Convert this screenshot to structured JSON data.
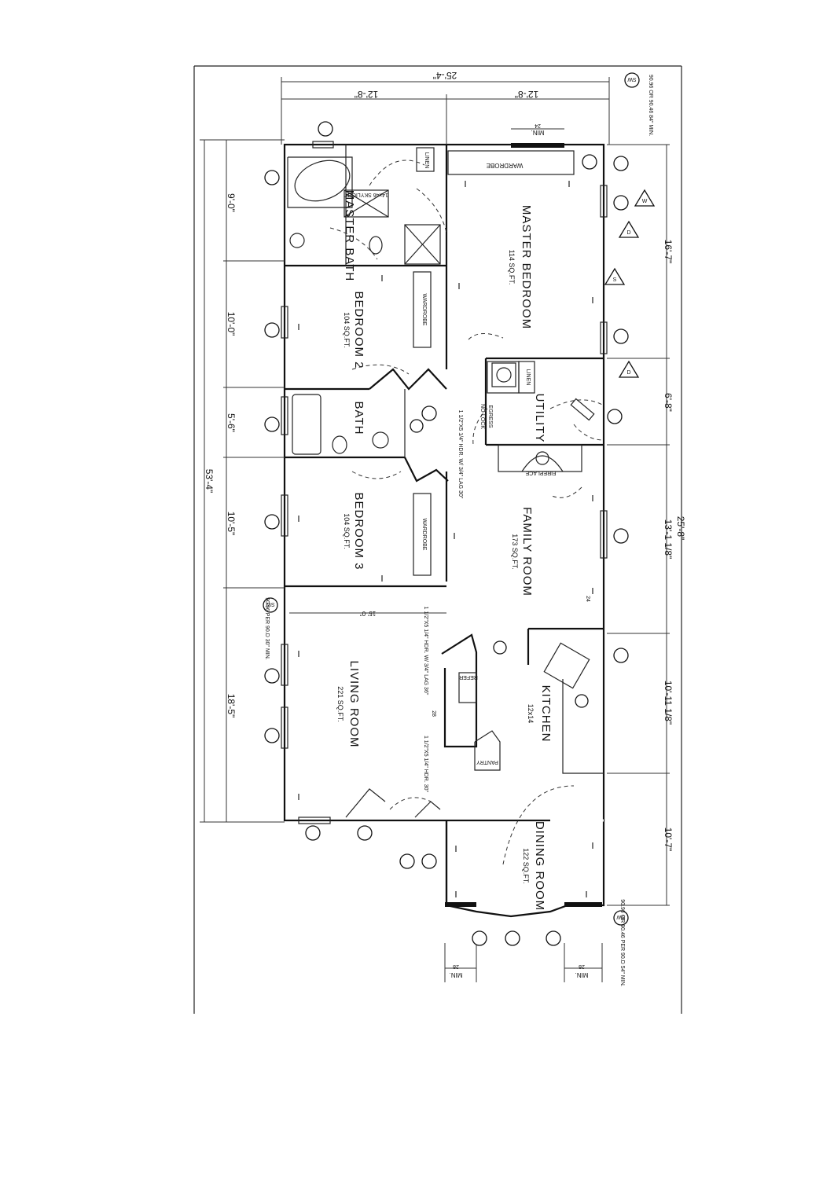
{
  "rooms": {
    "master_bedroom": {
      "name": "MASTER BEDROOM",
      "area": "114 SQ.FT."
    },
    "master_bath": {
      "name": "MASTER BATH"
    },
    "bedroom2": {
      "name": "BEDROOM 2",
      "area": "104 SQ.FT."
    },
    "bath": {
      "name": "BATH"
    },
    "bedroom3": {
      "name": "BEDROOM 3",
      "area": "104 SQ.FT."
    },
    "living_room": {
      "name": "LIVING ROOM",
      "area": "221 SQ.FT."
    },
    "family_room": {
      "name": "FAMILY ROOM",
      "area": "173 SQ.FT."
    },
    "kitchen": {
      "name": "KITCHEN",
      "area": "12x14"
    },
    "dining_room": {
      "name": "DINING ROOM",
      "area": "122 SQ.FT."
    },
    "utility": {
      "name": "UTILITY"
    }
  },
  "fixtures": {
    "wardrobe_master": "WARDROBE",
    "wardrobe_bed2": "WARDROBE",
    "wardrobe_bed3": "WARDROBE",
    "linen_bath": "LINEN",
    "linen_utility": "LINEN",
    "skylight": "14x46 SKYLIGHT",
    "fireplace": "FIREPLACE",
    "refer": "REFER",
    "pantry": "PANTRY",
    "egress": "EGRESS",
    "no_lock": "NO-LOCK"
  },
  "dimensions": {
    "overall_width": "25'-4\"",
    "half_left": "12'-8\"",
    "half_right": "12'-8\"",
    "overall_length": "53'-4\"",
    "left_seg1": "9'-0\"",
    "left_seg2": "10'-0\"",
    "left_seg3": "5'-6\"",
    "left_seg4": "10'-5\"",
    "left_seg5": "18'-5\"",
    "right_seg1": "16'-7\"",
    "right_seg2": "6'-8\"",
    "right_seg3": "13'-1 1/8\"",
    "right_seg4": "10'-11 1/8\"",
    "right_seg5": "10'-7\"",
    "right_outer": "25'-8\"",
    "min_top": "MIN.",
    "min_top_val": "24",
    "min_bot_left": "MIN.",
    "min_bot_left_val": "28",
    "min_bot_right": "MIN.",
    "min_bot_right_val": "28",
    "living_wall": "15'-0\""
  },
  "notes": {
    "sw_top": "SW",
    "sw_top_note": "90.96 OR 90.46 84\" MIN.",
    "sw_mid": "SW",
    "sw_mid_note": "90.96 PER 90.D 30\" MIN.",
    "sw_bot": "SW",
    "sw_bot_note": "90.96 OR 90.46 PER 90.D 54\" MIN.",
    "header_note1": "1 1/2\"X5 1/4\" HDR. W/ 3/4\" LAG 30\"",
    "header_note2": "1 1/2\"X5 1/4\" HDR. W/ 3/4\" LAG 36\"",
    "header_note3": "1 1/2\"X5 1/4\" HDR. 30\""
  },
  "markers": {
    "w": "W",
    "d1": "D",
    "s": "S",
    "d2": "D",
    "num24": "24",
    "num28": "28"
  }
}
